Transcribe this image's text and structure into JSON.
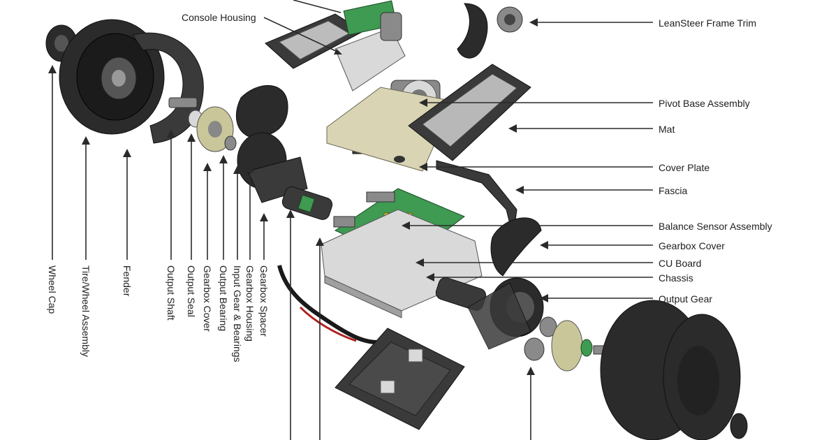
{
  "labels_right": [
    "Console Housing",
    "LeanSteer Frame Trim",
    "Pivot Base Assembly",
    "Mat",
    "Cover Plate",
    "Fascia",
    "Balance Sensor Assembly",
    "Gearbox Cover",
    "CU Board",
    "Chassis",
    "Output Gear"
  ],
  "labels_vertical": [
    "Wheel Cap",
    "Tire/Wheel Assembly",
    "Fender",
    "Output Shaft",
    "Output Seal",
    "Gearbox Cover",
    "Output Bearing",
    "Input Gear & Bearings",
    "Gearbox Housing",
    "Gearbox Spacer"
  ]
}
